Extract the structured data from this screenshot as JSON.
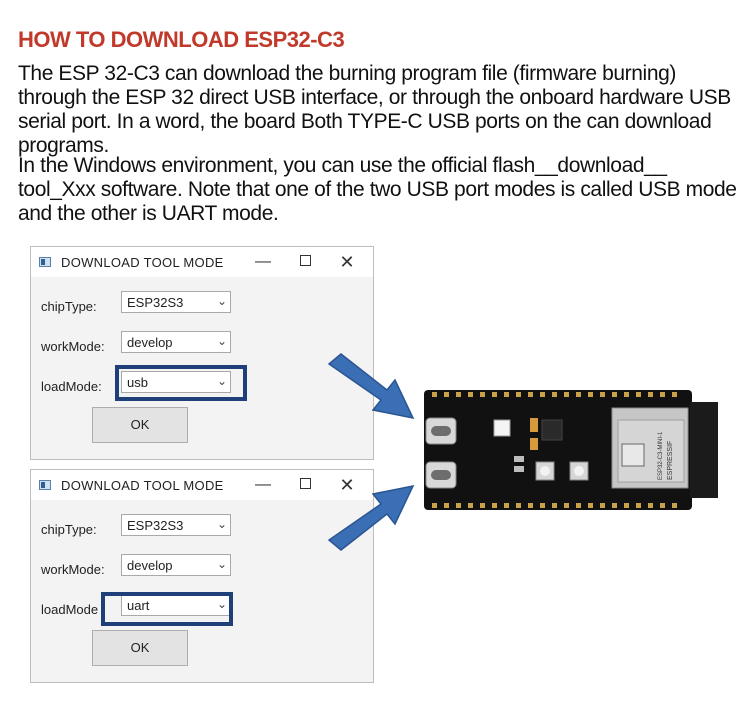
{
  "heading": "HOW TO DOWNLOAD ESP32-C3",
  "paragraph1": "The ESP 32-C3 can download the burning program file (firmware burning) through the ESP 32 direct USB interface, or through the onboard hardware USB serial port. In a word, the board Both TYPE-C USB ports on the can download programs.",
  "paragraph2": "In the Windows environment, you can use the official flash__download__ tool_Xxx software. Note that one of the two USB port modes is called USB mode and the other is UART mode.",
  "dialogs": [
    {
      "title": "DOWNLOAD TOOL MODE",
      "chip_type_label": "chipType:",
      "chip_type_value": "ESP32S3",
      "work_mode_label": "workMode:",
      "work_mode_value": "develop",
      "load_mode_label": "loadMode:",
      "load_mode_value": "usb",
      "ok_label": "OK"
    },
    {
      "title": "DOWNLOAD TOOL MODE",
      "chip_type_label": "chipType:",
      "chip_type_value": "ESP32S3",
      "work_mode_label": "workMode:",
      "work_mode_value": "develop",
      "load_mode_label": "loadMode",
      "load_mode_value": "uart",
      "ok_label": "OK"
    }
  ],
  "window_controls": {
    "minimize": "—",
    "close": "✕"
  },
  "board": {
    "module_brand": "ESPRESSIF",
    "module_model": "ESP32-C3-MINI-1"
  },
  "colors": {
    "heading": "#c0392b",
    "highlight": "#1f3f78",
    "arrow": "#3a6fb5"
  }
}
